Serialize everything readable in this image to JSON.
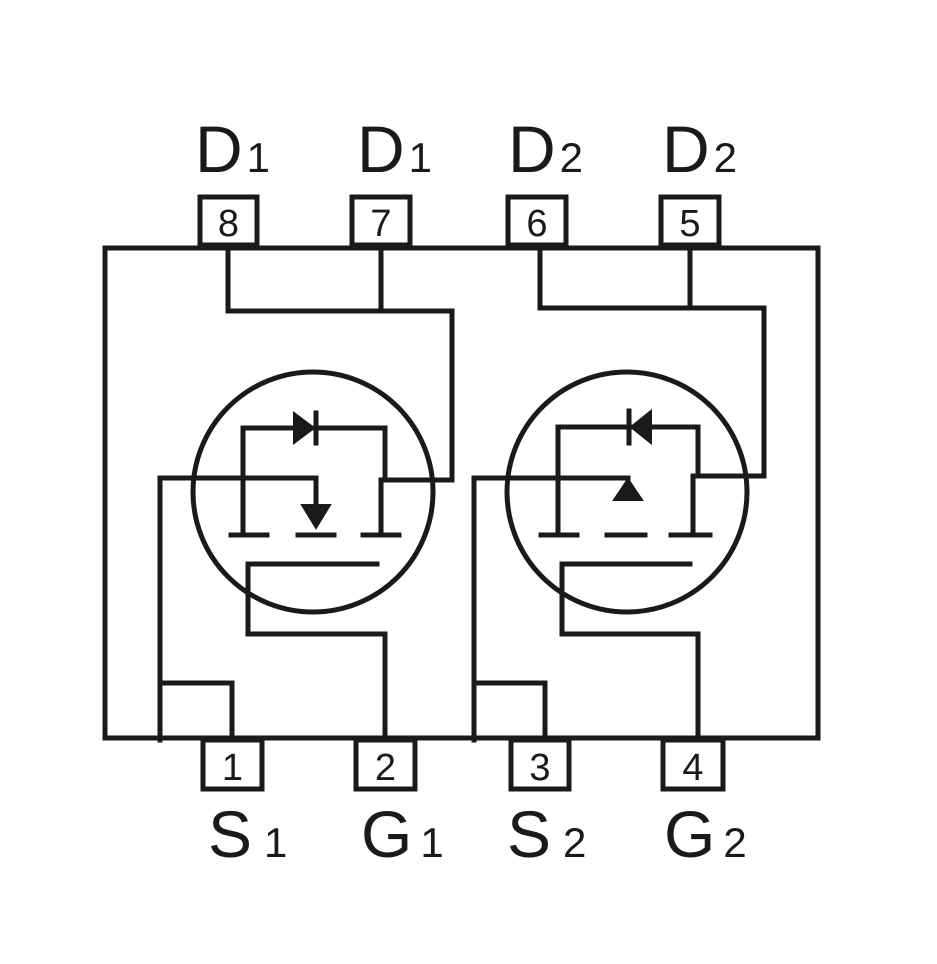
{
  "colors": {
    "ink": "#1a1a1a",
    "background": "#ffffff"
  },
  "pins": {
    "p1": {
      "number": "1",
      "name": "S",
      "sub": "1"
    },
    "p2": {
      "number": "2",
      "name": "G",
      "sub": "1"
    },
    "p3": {
      "number": "3",
      "name": "S",
      "sub": "2"
    },
    "p4": {
      "number": "4",
      "name": "G",
      "sub": "2"
    },
    "p5": {
      "number": "5",
      "name": "D",
      "sub": "2"
    },
    "p6": {
      "number": "6",
      "name": "D",
      "sub": "2"
    },
    "p7": {
      "number": "7",
      "name": "D",
      "sub": "1"
    },
    "p8": {
      "number": "8",
      "name": "D",
      "sub": "1"
    }
  },
  "mosfets": [
    {
      "id": "Q1",
      "channel": "N",
      "body_arrow": "down"
    },
    {
      "id": "Q2",
      "channel": "P",
      "body_arrow": "up"
    }
  ]
}
